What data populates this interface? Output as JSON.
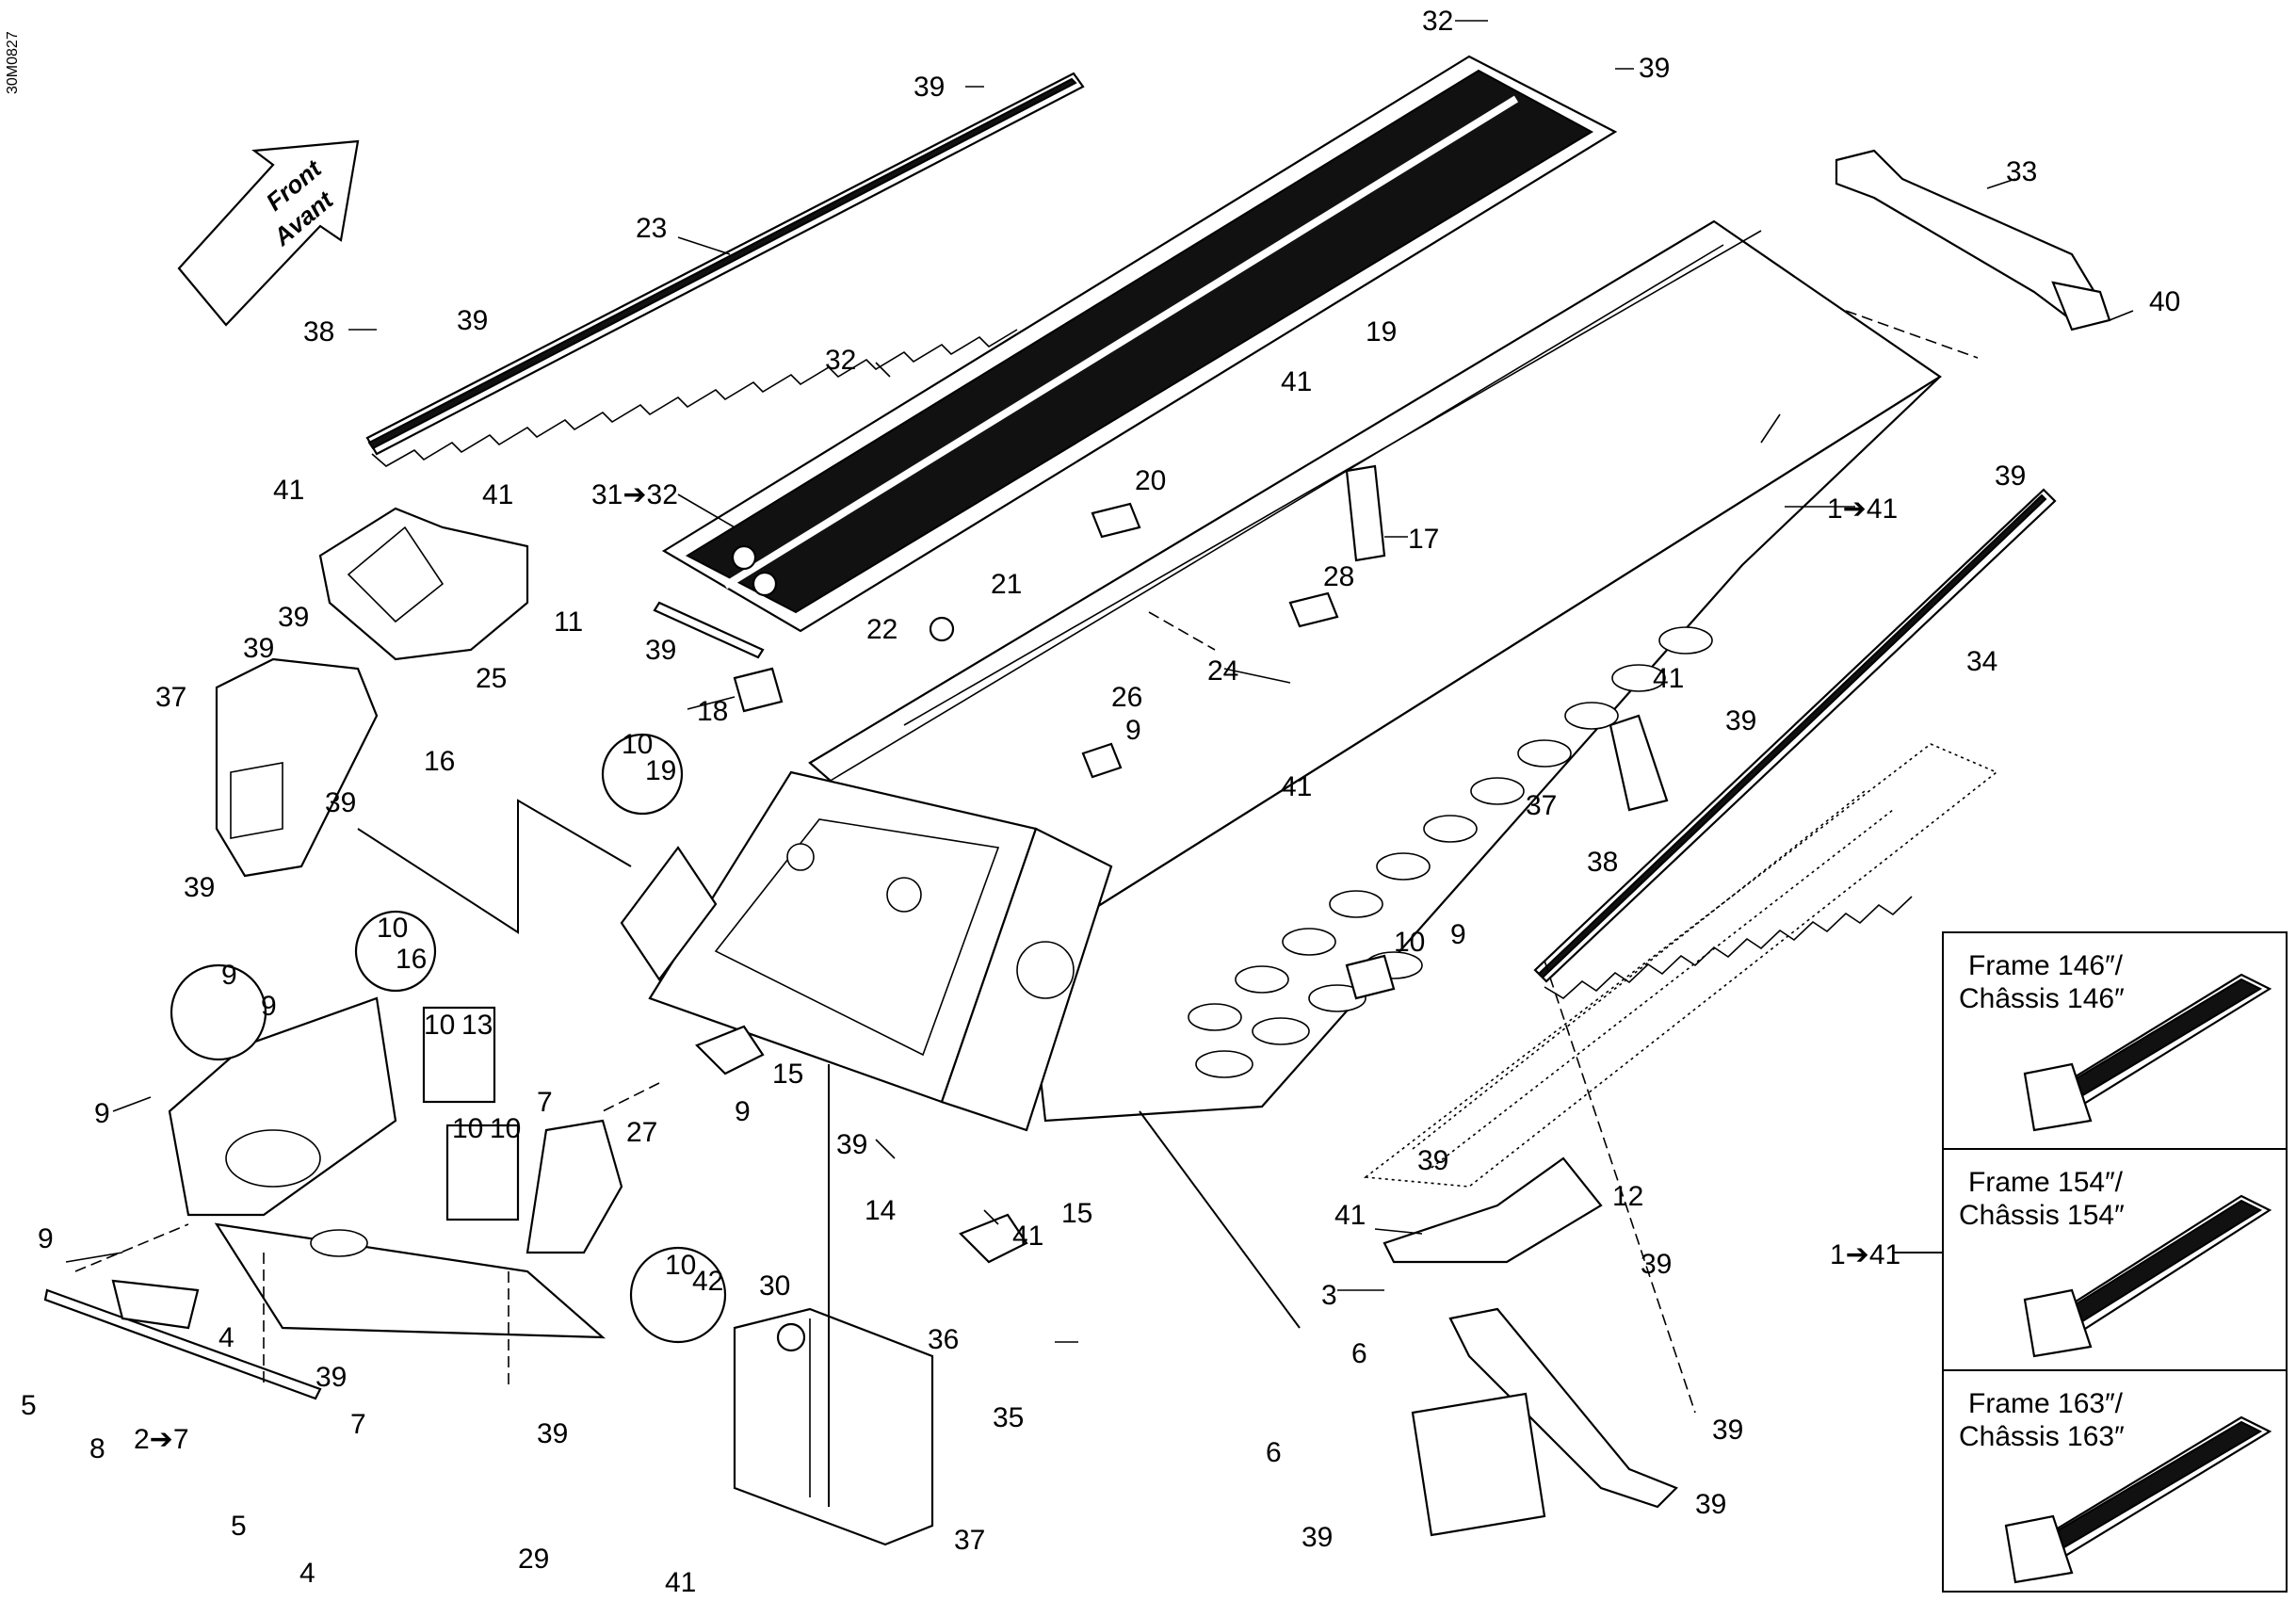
{
  "drawing_id": "30M0827",
  "orientation_label": {
    "line1": "Front",
    "line2": "Avant"
  },
  "callouts": [
    {
      "id": "c32a",
      "text": "32"
    },
    {
      "id": "c39a",
      "text": "39"
    },
    {
      "id": "c39b",
      "text": "39"
    },
    {
      "id": "c23",
      "text": "23"
    },
    {
      "id": "c33",
      "text": "33"
    },
    {
      "id": "c40",
      "text": "40"
    },
    {
      "id": "c38a",
      "text": "38"
    },
    {
      "id": "c39c",
      "text": "39"
    },
    {
      "id": "c32b",
      "text": "32"
    },
    {
      "id": "c19a",
      "text": "19"
    },
    {
      "id": "c41a",
      "text": "41"
    },
    {
      "id": "c41b",
      "text": "41"
    },
    {
      "id": "c41c",
      "text": "41"
    },
    {
      "id": "c31",
      "text": "31➔32"
    },
    {
      "id": "c20",
      "text": "20"
    },
    {
      "id": "c17",
      "text": "17"
    },
    {
      "id": "c141a",
      "text": "1➔41"
    },
    {
      "id": "c39d",
      "text": "39"
    },
    {
      "id": "c39e",
      "text": "39"
    },
    {
      "id": "c11",
      "text": "11"
    },
    {
      "id": "c25",
      "text": "25"
    },
    {
      "id": "c21",
      "text": "21"
    },
    {
      "id": "c28",
      "text": "28"
    },
    {
      "id": "c39f",
      "text": "39"
    },
    {
      "id": "c22",
      "text": "22"
    },
    {
      "id": "c24",
      "text": "24"
    },
    {
      "id": "c34",
      "text": "34"
    },
    {
      "id": "c39g",
      "text": "39"
    },
    {
      "id": "c37a",
      "text": "37"
    },
    {
      "id": "c16a",
      "text": "16"
    },
    {
      "id": "c18",
      "text": "18"
    },
    {
      "id": "c41d",
      "text": "41"
    },
    {
      "id": "c39h",
      "text": "39"
    },
    {
      "id": "c26",
      "text": "26"
    },
    {
      "id": "c9a",
      "text": "9"
    },
    {
      "id": "c10a",
      "text": "10"
    },
    {
      "id": "c19b",
      "text": "19"
    },
    {
      "id": "c37b",
      "text": "37"
    },
    {
      "id": "c39i",
      "text": "39"
    },
    {
      "id": "c41e",
      "text": "41"
    },
    {
      "id": "c39j",
      "text": "39"
    },
    {
      "id": "c38b",
      "text": "38"
    },
    {
      "id": "c9b",
      "text": "9"
    },
    {
      "id": "c10b",
      "text": "10"
    },
    {
      "id": "c16b",
      "text": "16"
    },
    {
      "id": "c10c",
      "text": "10"
    },
    {
      "id": "c9c",
      "text": "9"
    },
    {
      "id": "c9d",
      "text": "9"
    },
    {
      "id": "c10d",
      "text": "10"
    },
    {
      "id": "c13",
      "text": "13"
    },
    {
      "id": "c15a",
      "text": "15"
    },
    {
      "id": "c9e",
      "text": "9"
    },
    {
      "id": "c7a",
      "text": "7"
    },
    {
      "id": "c9f",
      "text": "9"
    },
    {
      "id": "c10e",
      "text": "10"
    },
    {
      "id": "c10f",
      "text": "10"
    },
    {
      "id": "c27",
      "text": "27"
    },
    {
      "id": "c39k",
      "text": "39"
    },
    {
      "id": "c14",
      "text": "14"
    },
    {
      "id": "c15b",
      "text": "15"
    },
    {
      "id": "c41f",
      "text": "41"
    },
    {
      "id": "c39l",
      "text": "39"
    },
    {
      "id": "c12",
      "text": "12"
    },
    {
      "id": "c41g",
      "text": "41"
    },
    {
      "id": "c39m",
      "text": "39"
    },
    {
      "id": "c3",
      "text": "3"
    },
    {
      "id": "c9g",
      "text": "9"
    },
    {
      "id": "c10g",
      "text": "10"
    },
    {
      "id": "c42",
      "text": "42"
    },
    {
      "id": "c4a",
      "text": "4"
    },
    {
      "id": "c39n",
      "text": "39"
    },
    {
      "id": "c30",
      "text": "30"
    },
    {
      "id": "c36",
      "text": "36"
    },
    {
      "id": "c6a",
      "text": "6"
    },
    {
      "id": "c5a",
      "text": "5"
    },
    {
      "id": "c8",
      "text": "8"
    },
    {
      "id": "c27b",
      "text": "2➔7"
    },
    {
      "id": "c7b",
      "text": "7"
    },
    {
      "id": "c39o",
      "text": "39"
    },
    {
      "id": "c35",
      "text": "35"
    },
    {
      "id": "c39p",
      "text": "39"
    },
    {
      "id": "c6b",
      "text": "6"
    },
    {
      "id": "c5b",
      "text": "5"
    },
    {
      "id": "c4b",
      "text": "4"
    },
    {
      "id": "c29",
      "text": "29"
    },
    {
      "id": "c37c",
      "text": "37"
    },
    {
      "id": "c39q",
      "text": "39"
    },
    {
      "id": "c39r",
      "text": "39"
    },
    {
      "id": "c41h",
      "text": "41"
    }
  ],
  "inset": {
    "reference": "1➔41",
    "frames": [
      {
        "line1": "Frame 146″/",
        "line2": "Châssis 146″"
      },
      {
        "line1": "Frame 154″/",
        "line2": "Châssis 154″"
      },
      {
        "line1": "Frame 163″/",
        "line2": "Châssis 163″"
      }
    ]
  }
}
